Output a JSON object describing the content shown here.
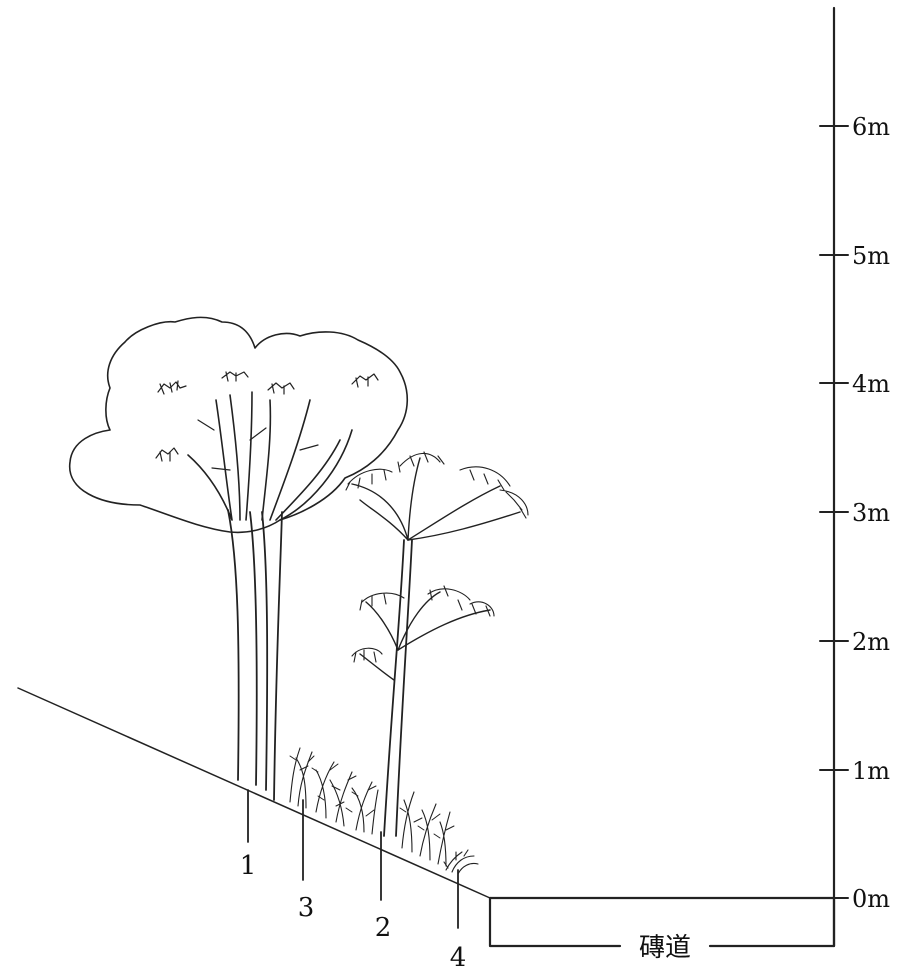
{
  "scale": {
    "ticks": [
      "0m",
      "1m",
      "2m",
      "3m",
      "4m",
      "5m",
      "6m"
    ]
  },
  "labels": {
    "tree": "1",
    "palm": "2",
    "shrub_left": "3",
    "shrub_right": "4",
    "path": "磚道"
  }
}
